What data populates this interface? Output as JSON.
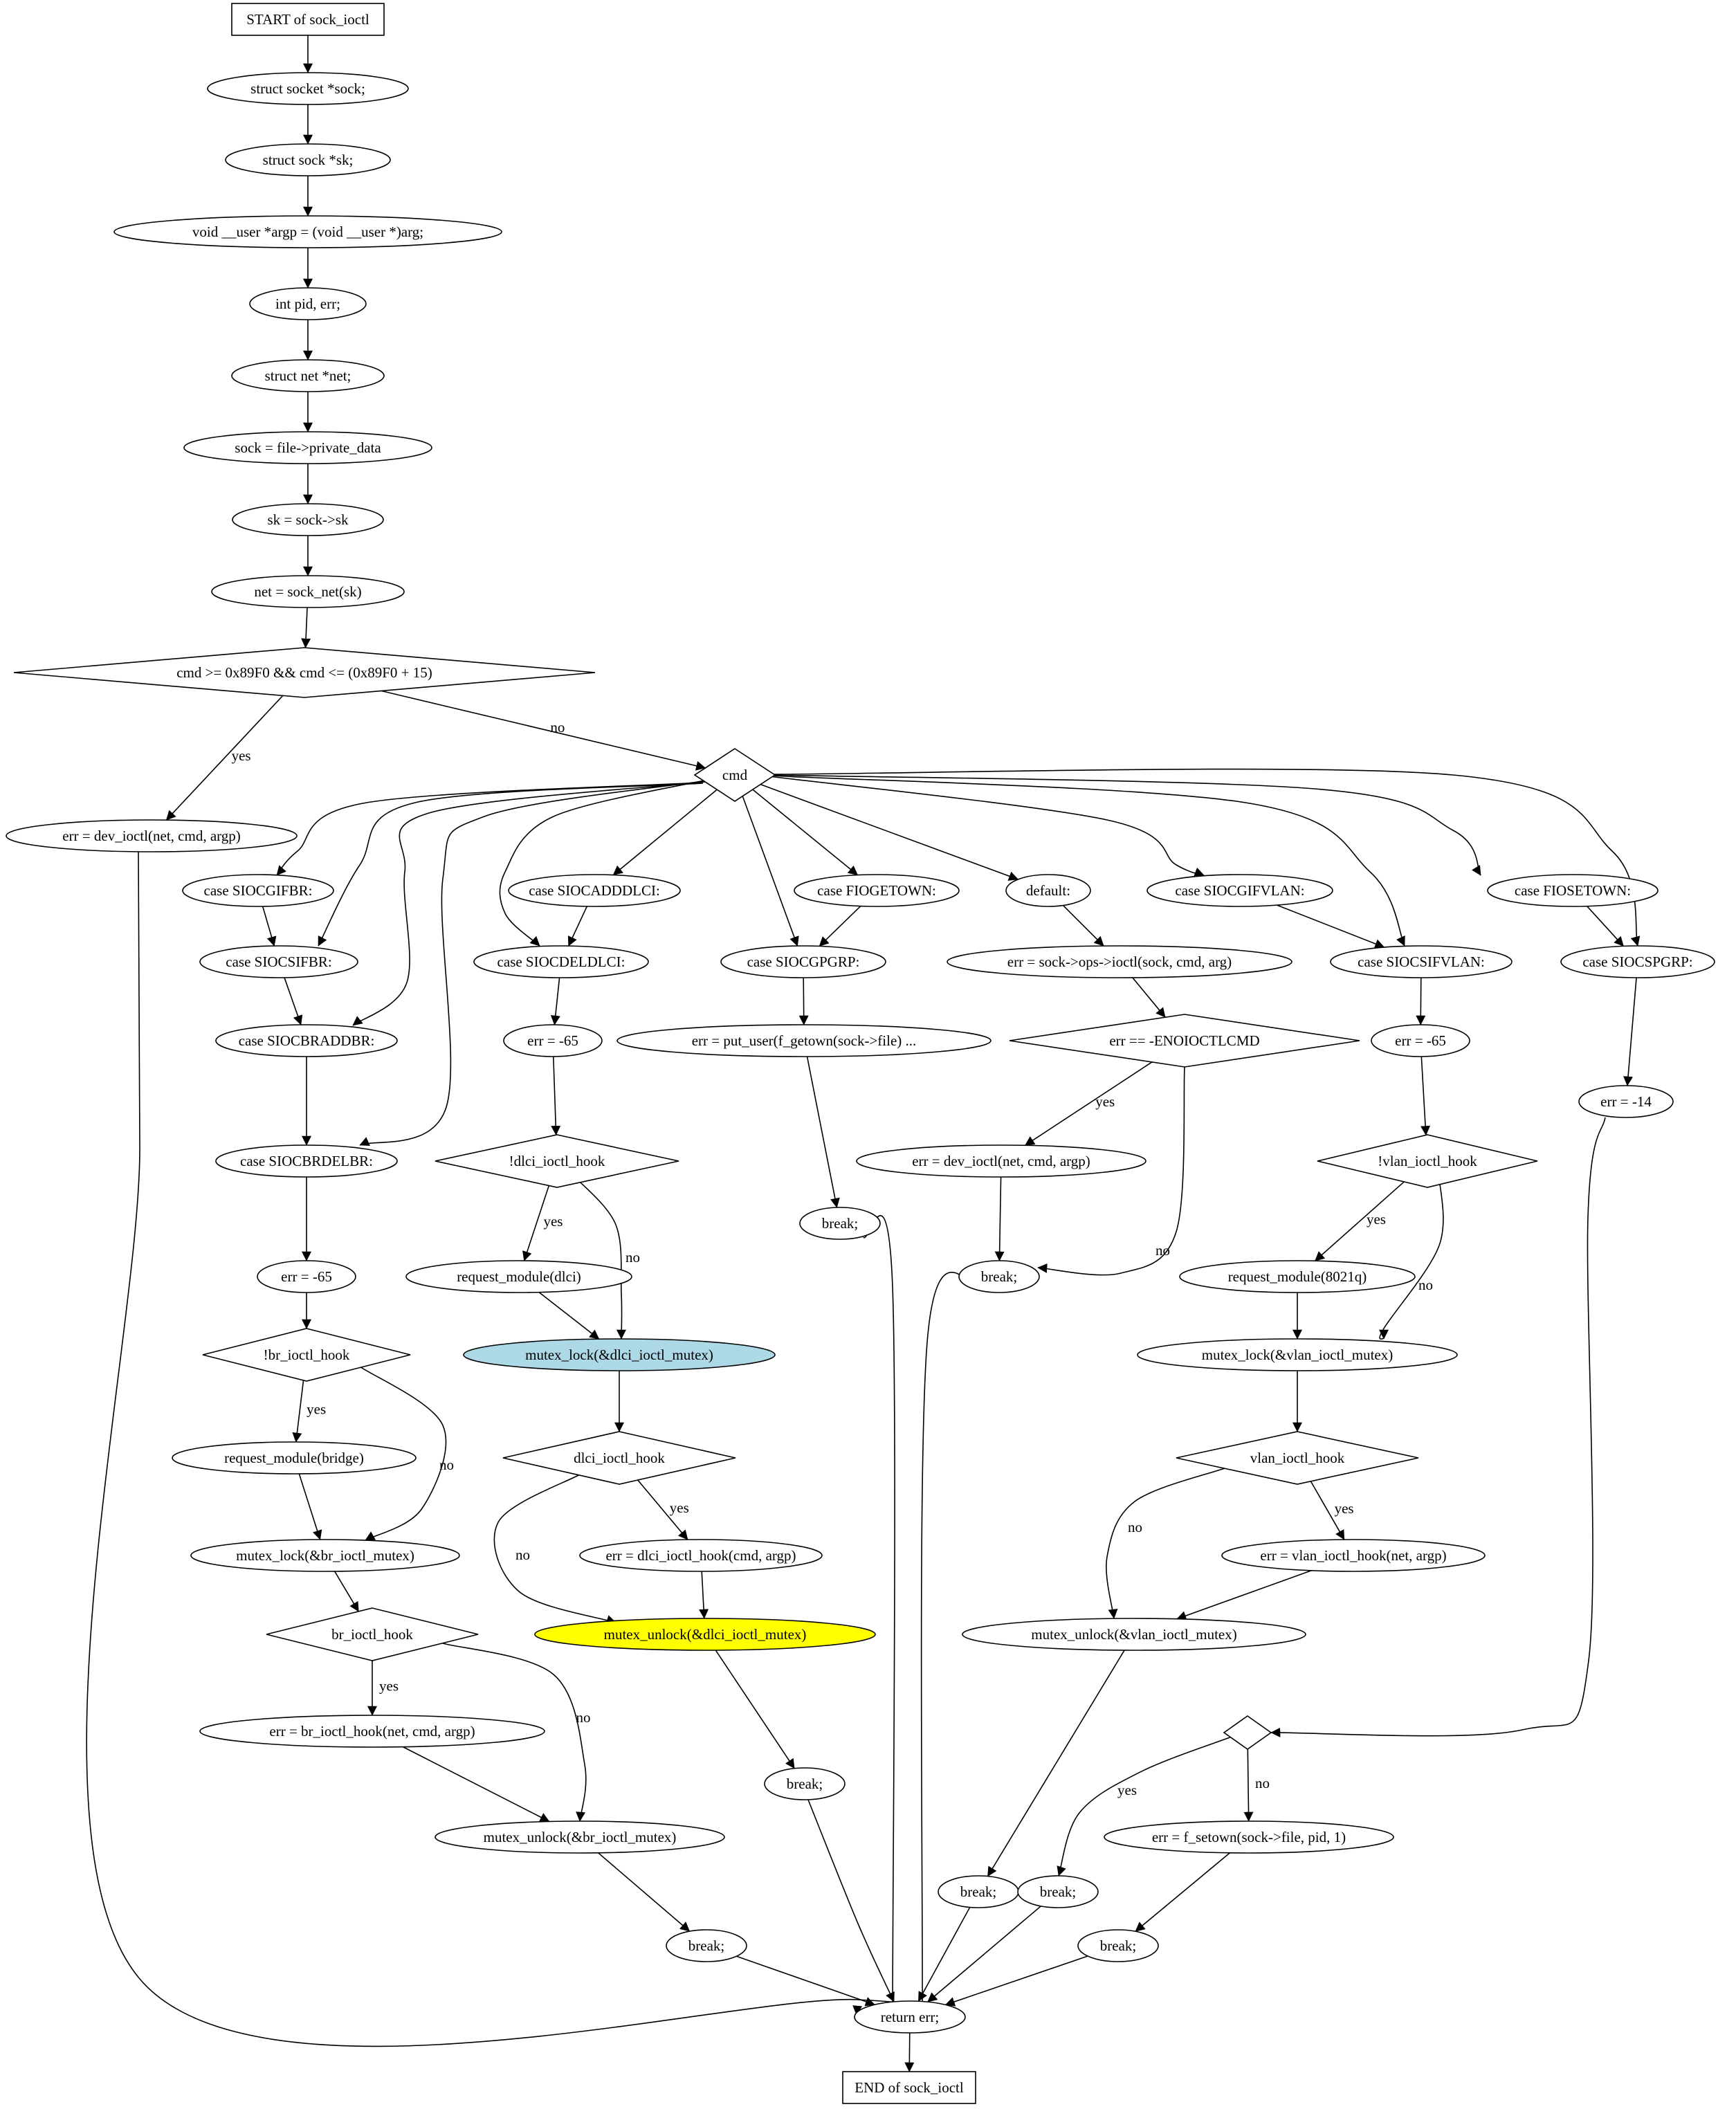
{
  "nodes": [
    {
      "id": "start",
      "shape": "box",
      "label": "START of sock_ioctl"
    },
    {
      "id": "n1",
      "shape": "ellipse",
      "label": "struct socket *sock;"
    },
    {
      "id": "n2",
      "shape": "ellipse",
      "label": "struct sock *sk;"
    },
    {
      "id": "n3",
      "shape": "ellipse",
      "label": "void __user *argp = (void __user *)arg;"
    },
    {
      "id": "n4",
      "shape": "ellipse",
      "label": "int pid, err;"
    },
    {
      "id": "n5",
      "shape": "ellipse",
      "label": "struct net *net;"
    },
    {
      "id": "n6",
      "shape": "ellipse",
      "label": "sock = file->private_data"
    },
    {
      "id": "n7",
      "shape": "ellipse",
      "label": "sk = sock->sk"
    },
    {
      "id": "n8",
      "shape": "ellipse",
      "label": "net = sock_net(sk)"
    },
    {
      "id": "cond1",
      "shape": "diamond",
      "label": "cmd >= 0x89F0 && cmd <= (0x89F0 + 15)"
    },
    {
      "id": "devioctl1",
      "shape": "ellipse",
      "label": "err = dev_ioctl(net, cmd, argp)"
    },
    {
      "id": "cmd",
      "shape": "diamond",
      "label": "cmd"
    },
    {
      "id": "c_gifbr",
      "shape": "ellipse",
      "label": "case SIOCGIFBR:"
    },
    {
      "id": "c_sifbr",
      "shape": "ellipse",
      "label": "case SIOCSIFBR:"
    },
    {
      "id": "c_braddbr",
      "shape": "ellipse",
      "label": "case SIOCBRADDBR:"
    },
    {
      "id": "c_brdelbr",
      "shape": "ellipse",
      "label": "case SIOCBRDELBR:"
    },
    {
      "id": "br_err",
      "shape": "ellipse",
      "label": "err = -65"
    },
    {
      "id": "br_cond",
      "shape": "diamond",
      "label": "!br_ioctl_hook"
    },
    {
      "id": "br_req",
      "shape": "ellipse",
      "label": "request_module(bridge)"
    },
    {
      "id": "br_lock",
      "shape": "ellipse",
      "label": "mutex_lock(&br_ioctl_mutex)"
    },
    {
      "id": "br_hook",
      "shape": "diamond",
      "label": "br_ioctl_hook"
    },
    {
      "id": "br_call",
      "shape": "ellipse",
      "label": "err = br_ioctl_hook(net, cmd, argp)"
    },
    {
      "id": "br_unlock",
      "shape": "ellipse",
      "label": "mutex_unlock(&br_ioctl_mutex)"
    },
    {
      "id": "br_break",
      "shape": "ellipse",
      "label": "break;"
    },
    {
      "id": "c_adddlci",
      "shape": "ellipse",
      "label": "case SIOCADDDLCI:"
    },
    {
      "id": "c_deldlci",
      "shape": "ellipse",
      "label": "case SIOCDELDLCI:"
    },
    {
      "id": "dl_err",
      "shape": "ellipse",
      "label": "err = -65"
    },
    {
      "id": "dl_cond",
      "shape": "diamond",
      "label": "!dlci_ioctl_hook"
    },
    {
      "id": "dl_req",
      "shape": "ellipse",
      "label": "request_module(dlci)"
    },
    {
      "id": "dl_lock",
      "shape": "ellipse",
      "label": "mutex_lock(&dlci_ioctl_mutex)",
      "fill": "#add8e6"
    },
    {
      "id": "dl_hook",
      "shape": "diamond",
      "label": "dlci_ioctl_hook"
    },
    {
      "id": "dl_call",
      "shape": "ellipse",
      "label": "err = dlci_ioctl_hook(cmd, argp)"
    },
    {
      "id": "dl_unlock",
      "shape": "ellipse",
      "label": "mutex_unlock(&dlci_ioctl_mutex)",
      "fill": "#ffff00"
    },
    {
      "id": "dl_break",
      "shape": "ellipse",
      "label": "break;"
    },
    {
      "id": "c_fiogetown",
      "shape": "ellipse",
      "label": "case FIOGETOWN:"
    },
    {
      "id": "c_siocgpgrp",
      "shape": "ellipse",
      "label": "case SIOCGPGRP:"
    },
    {
      "id": "pu",
      "shape": "ellipse",
      "label": "err = put_user(f_getown(sock->file) ..."
    },
    {
      "id": "pu_break",
      "shape": "ellipse",
      "label": "break;"
    },
    {
      "id": "c_default",
      "shape": "ellipse",
      "label": "default:"
    },
    {
      "id": "def_call",
      "shape": "ellipse",
      "label": "err = sock->ops->ioctl(sock, cmd, arg)"
    },
    {
      "id": "def_cond",
      "shape": "diamond",
      "label": "err == -ENOIOCTLCMD"
    },
    {
      "id": "def_dev",
      "shape": "ellipse",
      "label": "err = dev_ioctl(net, cmd, argp)"
    },
    {
      "id": "def_break",
      "shape": "ellipse",
      "label": "break;"
    },
    {
      "id": "c_gifvlan",
      "shape": "ellipse",
      "label": "case SIOCGIFVLAN:"
    },
    {
      "id": "c_sifvlan",
      "shape": "ellipse",
      "label": "case SIOCSIFVLAN:"
    },
    {
      "id": "vl_err",
      "shape": "ellipse",
      "label": "err = -65"
    },
    {
      "id": "vl_cond",
      "shape": "diamond",
      "label": "!vlan_ioctl_hook"
    },
    {
      "id": "vl_req",
      "shape": "ellipse",
      "label": "request_module(8021q)"
    },
    {
      "id": "vl_lock",
      "shape": "ellipse",
      "label": "mutex_lock(&vlan_ioctl_mutex)"
    },
    {
      "id": "vl_hook",
      "shape": "diamond",
      "label": "vlan_ioctl_hook"
    },
    {
      "id": "vl_call",
      "shape": "ellipse",
      "label": "err = vlan_ioctl_hook(net, argp)"
    },
    {
      "id": "vl_unlock",
      "shape": "ellipse",
      "label": "mutex_unlock(&vlan_ioctl_mutex)"
    },
    {
      "id": "vl_break",
      "shape": "ellipse",
      "label": "break;"
    },
    {
      "id": "c_fiosetown",
      "shape": "ellipse",
      "label": "case FIOSETOWN:"
    },
    {
      "id": "c_siocspgrp",
      "shape": "ellipse",
      "label": "case SIOCSPGRP:"
    },
    {
      "id": "sp_err",
      "shape": "ellipse",
      "label": "err = -14"
    },
    {
      "id": "sp_cond",
      "shape": "diamond",
      "label": ""
    },
    {
      "id": "sp_break1",
      "shape": "ellipse",
      "label": "break;"
    },
    {
      "id": "sp_set",
      "shape": "ellipse",
      "label": "err = f_setown(sock->file, pid, 1)"
    },
    {
      "id": "sp_break2",
      "shape": "ellipse",
      "label": "break;"
    },
    {
      "id": "ret",
      "shape": "ellipse",
      "label": "return err;"
    },
    {
      "id": "end",
      "shape": "box",
      "label": "END of sock_ioctl"
    }
  ],
  "edges": [
    {
      "from": "start",
      "to": "n1",
      "label": ""
    },
    {
      "from": "n1",
      "to": "n2",
      "label": ""
    },
    {
      "from": "n2",
      "to": "n3",
      "label": ""
    },
    {
      "from": "n3",
      "to": "n4",
      "label": ""
    },
    {
      "from": "n4",
      "to": "n5",
      "label": ""
    },
    {
      "from": "n5",
      "to": "n6",
      "label": ""
    },
    {
      "from": "n6",
      "to": "n7",
      "label": ""
    },
    {
      "from": "n7",
      "to": "n8",
      "label": ""
    },
    {
      "from": "n8",
      "to": "cond1",
      "label": ""
    },
    {
      "from": "cond1",
      "to": "devioctl1",
      "label": "yes"
    },
    {
      "from": "cond1",
      "to": "cmd",
      "label": "no"
    },
    {
      "from": "devioctl1",
      "to": "ret",
      "label": ""
    },
    {
      "from": "cmd",
      "to": "c_gifbr",
      "label": ""
    },
    {
      "from": "cmd",
      "to": "c_sifbr",
      "label": ""
    },
    {
      "from": "cmd",
      "to": "c_braddbr",
      "label": ""
    },
    {
      "from": "cmd",
      "to": "c_brdelbr",
      "label": ""
    },
    {
      "from": "cmd",
      "to": "c_deldlci",
      "label": ""
    },
    {
      "from": "cmd",
      "to": "c_adddlci",
      "label": ""
    },
    {
      "from": "cmd",
      "to": "c_siocgpgrp",
      "label": ""
    },
    {
      "from": "cmd",
      "to": "c_fiogetown",
      "label": ""
    },
    {
      "from": "cmd",
      "to": "c_default",
      "label": ""
    },
    {
      "from": "cmd",
      "to": "c_gifvlan",
      "label": ""
    },
    {
      "from": "cmd",
      "to": "c_sifvlan",
      "label": ""
    },
    {
      "from": "cmd",
      "to": "c_fiosetown",
      "label": ""
    },
    {
      "from": "cmd",
      "to": "c_siocspgrp",
      "label": ""
    },
    {
      "from": "c_gifbr",
      "to": "c_sifbr",
      "label": ""
    },
    {
      "from": "c_sifbr",
      "to": "c_braddbr",
      "label": ""
    },
    {
      "from": "c_braddbr",
      "to": "c_brdelbr",
      "label": ""
    },
    {
      "from": "c_brdelbr",
      "to": "br_err",
      "label": ""
    },
    {
      "from": "br_err",
      "to": "br_cond",
      "label": ""
    },
    {
      "from": "br_cond",
      "to": "br_req",
      "label": "yes"
    },
    {
      "from": "br_cond",
      "to": "br_lock",
      "label": "no"
    },
    {
      "from": "br_req",
      "to": "br_lock",
      "label": ""
    },
    {
      "from": "br_lock",
      "to": "br_hook",
      "label": ""
    },
    {
      "from": "br_hook",
      "to": "br_call",
      "label": "yes"
    },
    {
      "from": "br_hook",
      "to": "br_unlock",
      "label": "no"
    },
    {
      "from": "br_call",
      "to": "br_unlock",
      "label": ""
    },
    {
      "from": "br_unlock",
      "to": "br_break",
      "label": ""
    },
    {
      "from": "br_break",
      "to": "ret",
      "label": ""
    },
    {
      "from": "c_adddlci",
      "to": "c_deldlci",
      "label": ""
    },
    {
      "from": "c_deldlci",
      "to": "dl_err",
      "label": ""
    },
    {
      "from": "dl_err",
      "to": "dl_cond",
      "label": ""
    },
    {
      "from": "dl_cond",
      "to": "dl_req",
      "label": "yes"
    },
    {
      "from": "dl_cond",
      "to": "dl_lock",
      "label": "no"
    },
    {
      "from": "dl_req",
      "to": "dl_lock",
      "label": ""
    },
    {
      "from": "dl_lock",
      "to": "dl_hook",
      "label": ""
    },
    {
      "from": "dl_hook",
      "to": "dl_call",
      "label": "yes"
    },
    {
      "from": "dl_hook",
      "to": "dl_unlock",
      "label": "no"
    },
    {
      "from": "dl_call",
      "to": "dl_unlock",
      "label": ""
    },
    {
      "from": "dl_unlock",
      "to": "dl_break",
      "label": ""
    },
    {
      "from": "dl_break",
      "to": "ret",
      "label": ""
    },
    {
      "from": "c_fiogetown",
      "to": "c_siocgpgrp",
      "label": ""
    },
    {
      "from": "c_siocgpgrp",
      "to": "pu",
      "label": ""
    },
    {
      "from": "pu",
      "to": "pu_break",
      "label": ""
    },
    {
      "from": "pu_break",
      "to": "ret",
      "label": ""
    },
    {
      "from": "c_default",
      "to": "def_call",
      "label": ""
    },
    {
      "from": "def_call",
      "to": "def_cond",
      "label": ""
    },
    {
      "from": "def_cond",
      "to": "def_dev",
      "label": "yes"
    },
    {
      "from": "def_cond",
      "to": "def_break",
      "label": "no"
    },
    {
      "from": "def_dev",
      "to": "def_break",
      "label": ""
    },
    {
      "from": "def_break",
      "to": "ret",
      "label": ""
    },
    {
      "from": "c_gifvlan",
      "to": "c_sifvlan",
      "label": ""
    },
    {
      "from": "c_sifvlan",
      "to": "vl_err",
      "label": ""
    },
    {
      "from": "vl_err",
      "to": "vl_cond",
      "label": ""
    },
    {
      "from": "vl_cond",
      "to": "vl_req",
      "label": "yes"
    },
    {
      "from": "vl_cond",
      "to": "vl_lock",
      "label": "no"
    },
    {
      "from": "vl_req",
      "to": "vl_lock",
      "label": ""
    },
    {
      "from": "vl_lock",
      "to": "vl_hook",
      "label": ""
    },
    {
      "from": "vl_hook",
      "to": "vl_call",
      "label": "yes"
    },
    {
      "from": "vl_hook",
      "to": "vl_unlock",
      "label": "no"
    },
    {
      "from": "vl_call",
      "to": "vl_unlock",
      "label": ""
    },
    {
      "from": "vl_unlock",
      "to": "vl_break",
      "label": ""
    },
    {
      "from": "vl_break",
      "to": "ret",
      "label": ""
    },
    {
      "from": "c_fiosetown",
      "to": "c_siocspgrp",
      "label": ""
    },
    {
      "from": "c_siocspgrp",
      "to": "sp_err",
      "label": ""
    },
    {
      "from": "sp_err",
      "to": "sp_cond",
      "label": ""
    },
    {
      "from": "sp_cond",
      "to": "sp_break1",
      "label": "yes"
    },
    {
      "from": "sp_cond",
      "to": "sp_set",
      "label": "no"
    },
    {
      "from": "sp_set",
      "to": "sp_break2",
      "label": ""
    },
    {
      "from": "sp_break1",
      "to": "ret",
      "label": ""
    },
    {
      "from": "sp_break2",
      "to": "ret",
      "label": ""
    },
    {
      "from": "ret",
      "to": "end",
      "label": ""
    }
  ]
}
